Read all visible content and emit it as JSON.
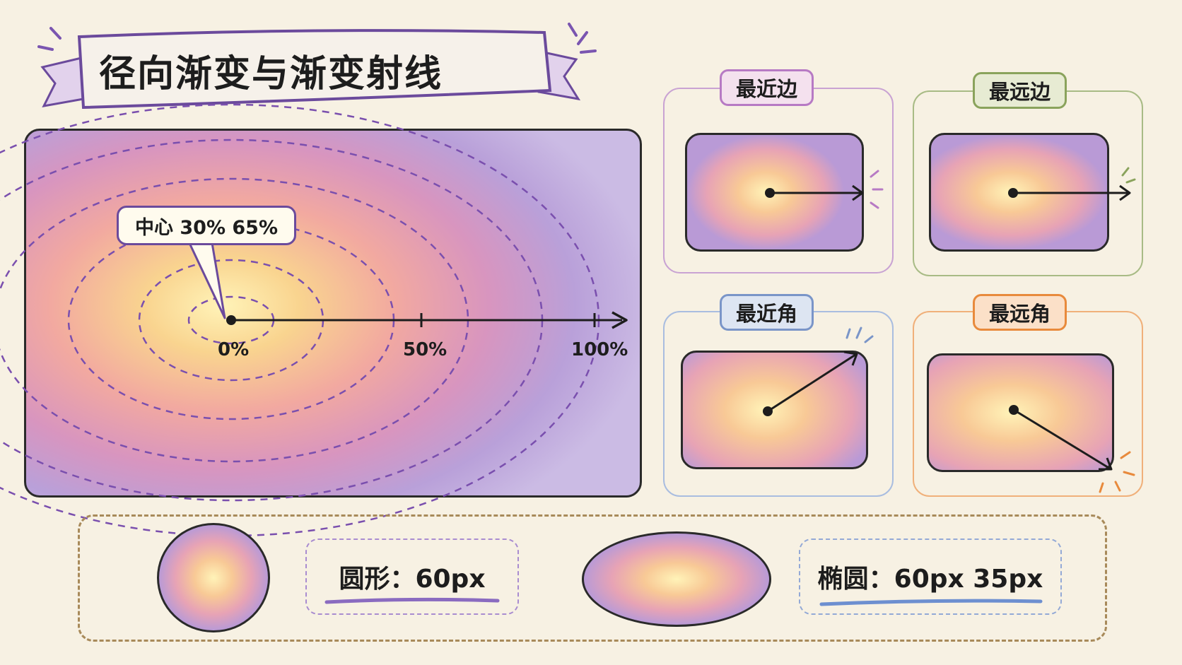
{
  "title": "径向渐变与渐变射线",
  "main": {
    "callout": "中心 30% 65%",
    "axis_labels": [
      "0%",
      "50%",
      "100%"
    ]
  },
  "cards": [
    {
      "label": "最近边",
      "color": "#b77ac4"
    },
    {
      "label": "最远边",
      "color": "#8aa35c"
    },
    {
      "label": "最近角",
      "color": "#7a95c8"
    },
    {
      "label": "最远角",
      "color": "#e88a3c"
    }
  ],
  "shapes": {
    "circle_label": "圆形：60px",
    "ellipse_label": "椭圆：60px 35px"
  },
  "colors": {
    "accent_purple": "#6b4a9c",
    "gradient_center": "#fff3b8",
    "gradient_edge": "#b9a0d9"
  }
}
